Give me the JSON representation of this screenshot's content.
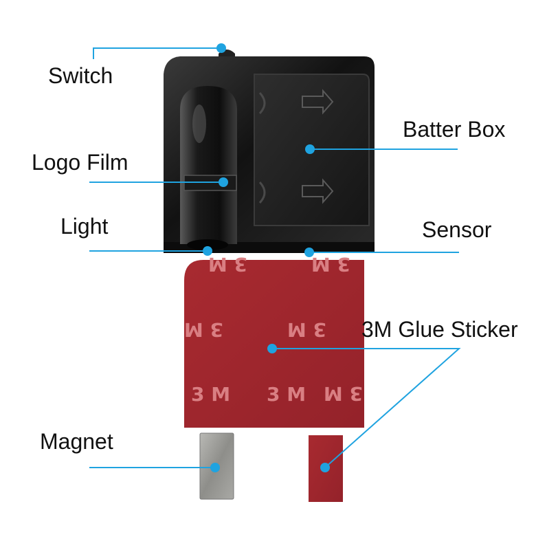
{
  "labels": {
    "switch": "Switch",
    "batter_box": "Batter Box",
    "logo_film": "Logo Film",
    "light": "Light",
    "sensor": "Sensor",
    "glue_sticker": "3M Glue Sticker",
    "magnet": "Magnet"
  },
  "sticker_marks": [
    "3 M",
    "3 M",
    "3 M",
    "3 M",
    "3 M",
    "3 M",
    "3 M"
  ],
  "colors": {
    "callout": "#1fa3e0",
    "device_body": "#1b1b1b",
    "sticker": "#a3262c",
    "magnet": "#9a9a96"
  }
}
